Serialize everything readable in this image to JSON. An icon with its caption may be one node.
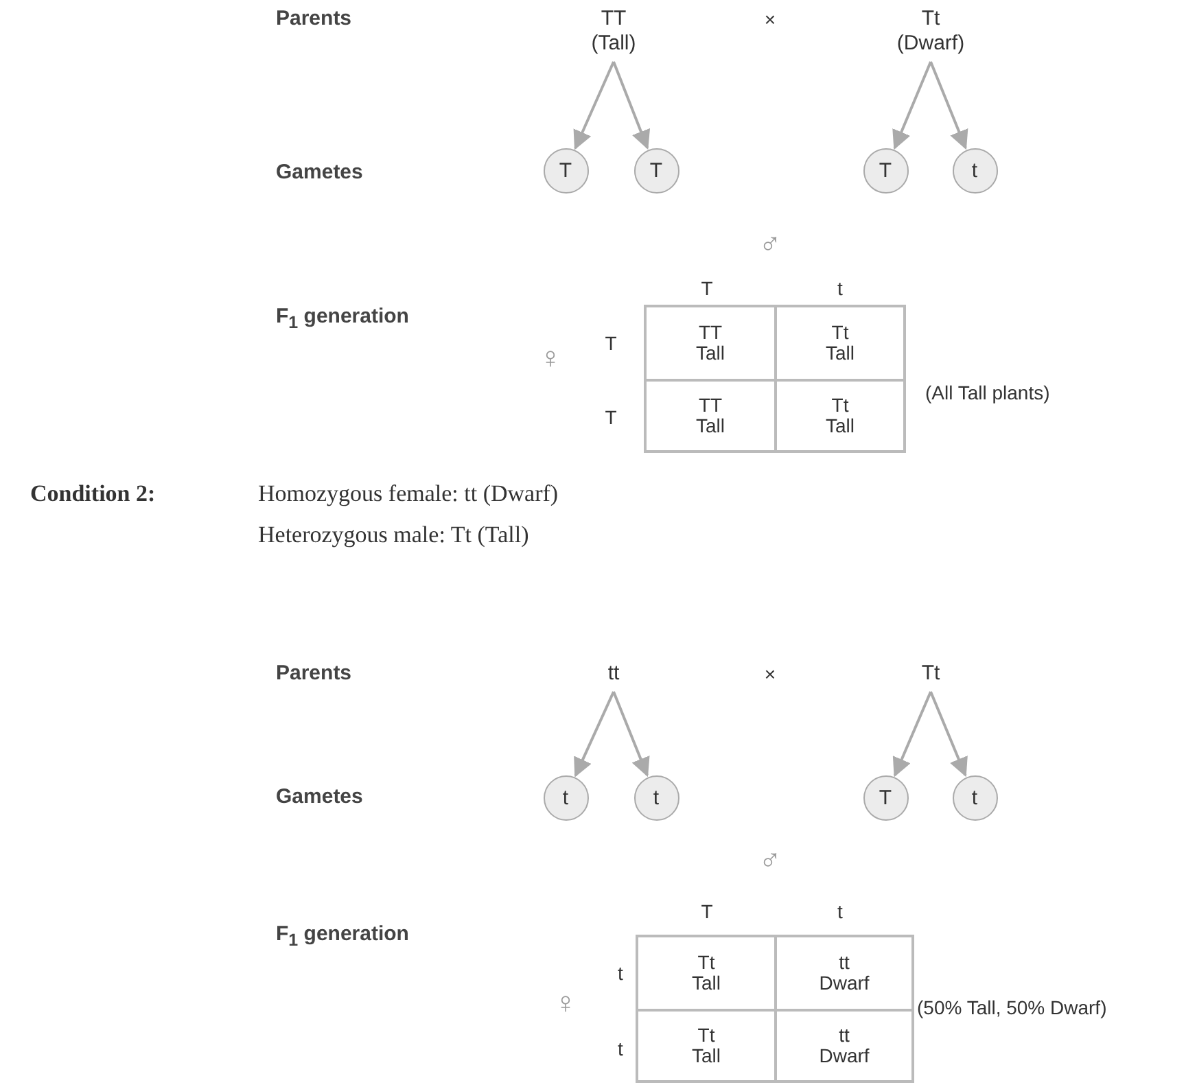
{
  "diagram": {
    "nodes": [
      {
        "text": [
          "TT",
          "(Tall)"
        ]
      },
      {
        "text": [
          "Tt",
          "(Dwarf)"
        ]
      },
      {
        "text": [
          "T"
        ]
      },
      {
        "text": [
          "T"
        ]
      },
      {
        "text": [
          "T"
        ]
      },
      {
        "text": [
          "t"
        ]
      },
      {
        "text": [
          "tt"
        ]
      },
      {
        "text": [
          "Tt"
        ]
      },
      {
        "text": [
          "t"
        ]
      },
      {
        "text": [
          "t"
        ]
      },
      {
        "text": [
          "T"
        ]
      },
      {
        "text": [
          "t"
        ]
      }
    ],
    "edges": [
      {
        "from": 0,
        "to": 2,
        "arrow": "to"
      },
      {
        "from": 0,
        "to": 3,
        "arrow": "to"
      },
      {
        "from": 1,
        "to": 4,
        "arrow": "to"
      },
      {
        "from": 1,
        "to": 5,
        "arrow": "to"
      },
      {
        "from": 6,
        "to": 8,
        "arrow": "to"
      },
      {
        "from": 6,
        "to": 9,
        "arrow": "to"
      },
      {
        "from": 7,
        "to": 10,
        "arrow": "to"
      },
      {
        "from": 7,
        "to": 11,
        "arrow": "to"
      }
    ],
    "labels": [
      "Parents",
      "×",
      "Gametes",
      "♂",
      "T",
      "t",
      "F$_{1}$ generation",
      "♀",
      "T",
      "TT Tall",
      "Tt Tall",
      "(All Tall plants)",
      "T",
      "TT Tall",
      "Tt Tall",
      "Condition 2:",
      "Homozygous female: tt (Dwarf)",
      "Heterozygous male: Tt (Tall)",
      "Parents",
      "×",
      "Gametes",
      "♂",
      "T",
      "t",
      "F$_{1}$ generation",
      "t",
      "Tt Tall",
      "tt Dwarf",
      "♀",
      "(50% Tall, 50% Dwarf)",
      "t",
      "Tt Tall",
      "tt Dwarf"
    ]
  }
}
